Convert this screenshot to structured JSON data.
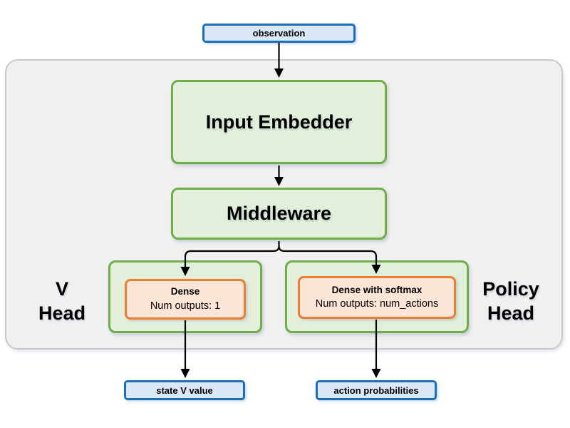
{
  "nodes": {
    "observation": {
      "label": "observation"
    },
    "input_embedder": {
      "label": "Input Embedder"
    },
    "middleware": {
      "label": "Middleware"
    },
    "v_head": {
      "label_lines": [
        "V",
        "Head"
      ],
      "dense": {
        "title": "Dense",
        "subtitle": "Num outputs: 1"
      },
      "output": {
        "label": "state V value"
      }
    },
    "policy_head": {
      "label_lines": [
        "Policy",
        "Head"
      ],
      "dense": {
        "title": "Dense with softmax",
        "subtitle": "Num outputs: num_actions"
      },
      "output": {
        "label": "action probabilities"
      }
    }
  },
  "colors": {
    "io_box_fill": "#dbe9f6",
    "io_box_border": "#1a6fbd",
    "stage_box_fill": "#e2efda",
    "stage_box_border": "#70ad47",
    "dense_box_fill": "#fbe5d6",
    "dense_box_border": "#ed7d31",
    "container_fill": "#f0f0f1",
    "container_border": "#c9c9c9",
    "arrow": "#000000",
    "text": "#000000"
  }
}
